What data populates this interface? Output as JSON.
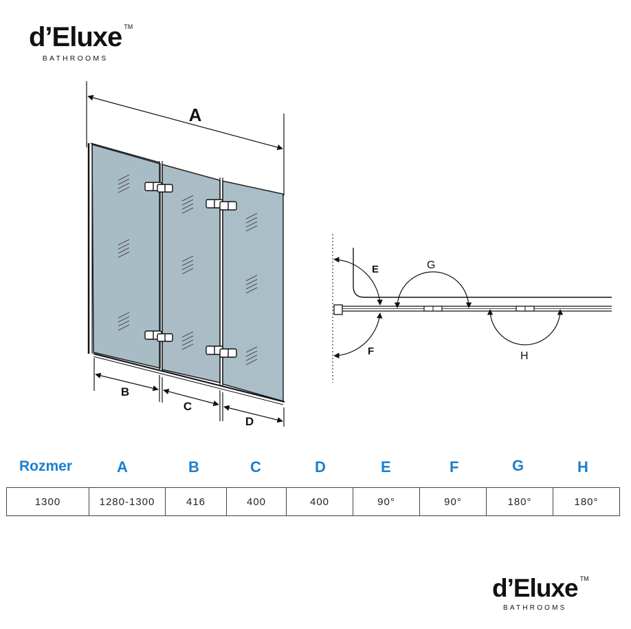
{
  "logo": {
    "brand": "d’Eluxe",
    "tm": "TM",
    "sub": "BATHROOMS"
  },
  "diagram": {
    "dim_labels": {
      "A": "A",
      "B": "B",
      "C": "C",
      "D": "D"
    },
    "angle_labels": {
      "E": "E",
      "F": "F",
      "G": "G",
      "H": "H"
    }
  },
  "table": {
    "headers": [
      "Rozmer",
      "A",
      "B",
      "C",
      "D",
      "E",
      "F",
      "G",
      "H"
    ],
    "values": [
      "1300",
      "1280-1300",
      "416",
      "400",
      "400",
      "90°",
      "90°",
      "180°",
      "180°"
    ],
    "header_color": "#1a7fd0"
  }
}
